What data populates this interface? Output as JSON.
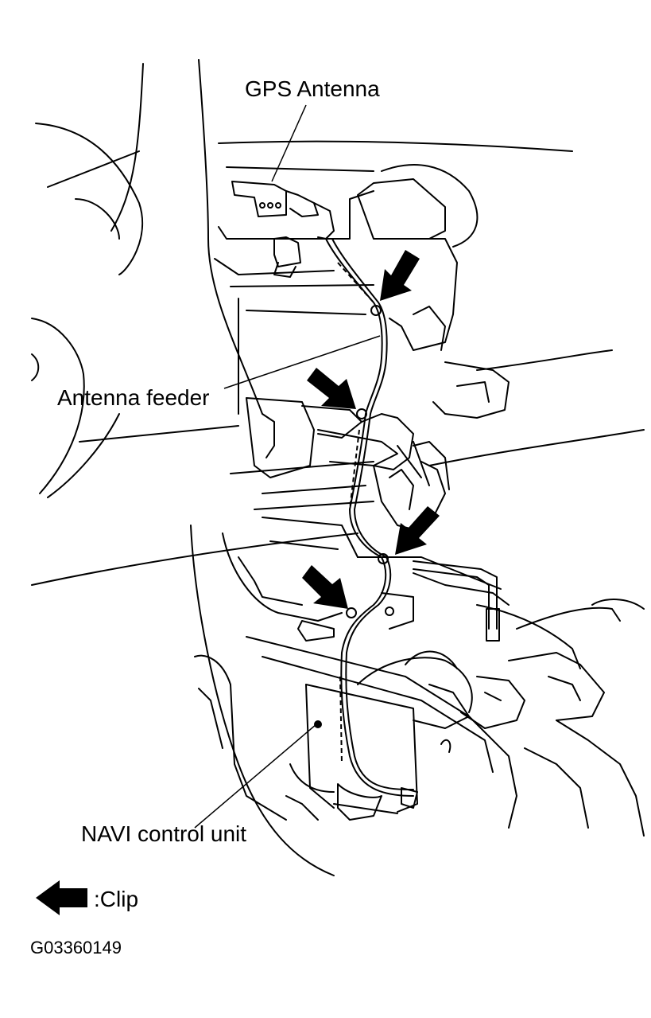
{
  "labels": {
    "gps_antenna": "GPS Antenna",
    "antenna_feeder": "Antenna feeder",
    "navi_control_unit": "NAVI control unit",
    "clip_legend": ":Clip",
    "figure_code": "G03360149"
  },
  "icons": {
    "clip_arrow": "arrow-left-icon"
  },
  "colors": {
    "ink": "#000000",
    "paper": "#ffffff"
  }
}
